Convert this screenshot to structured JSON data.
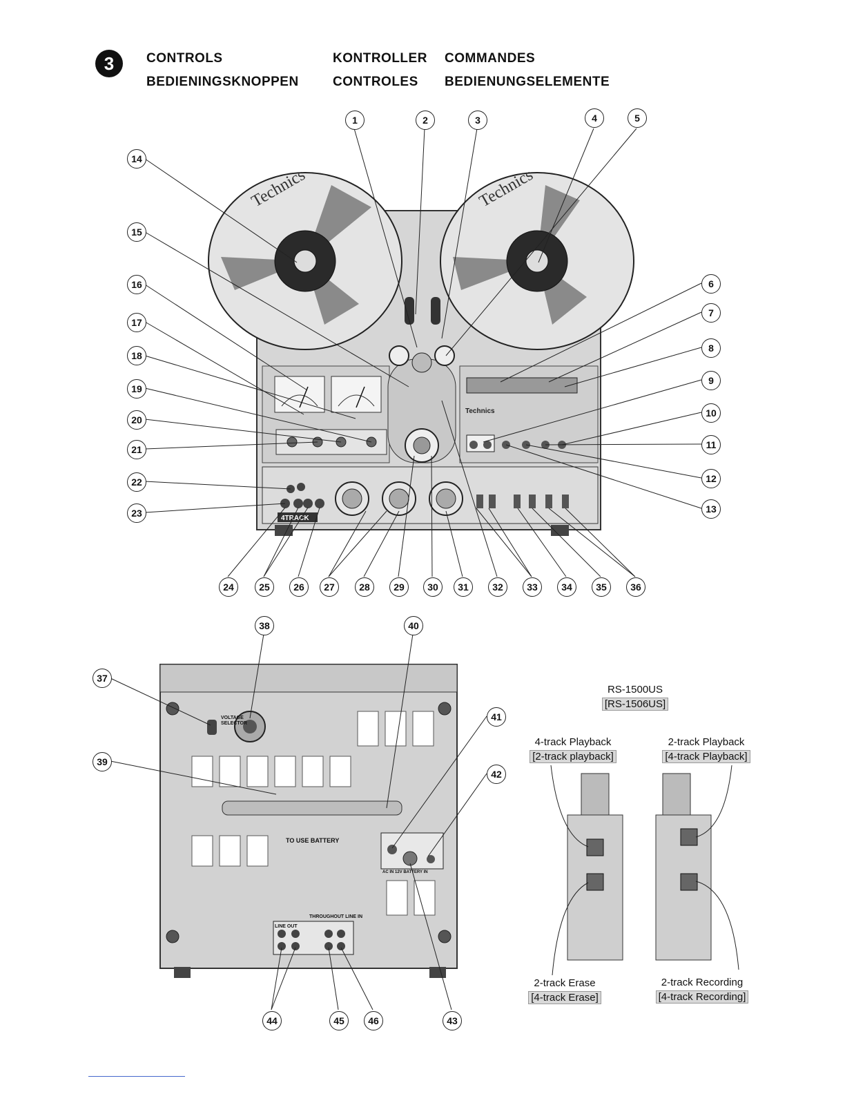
{
  "section_number": "3",
  "headings": {
    "col1": [
      "CONTROLS",
      "BEDIENINGSKNOPPEN"
    ],
    "col2": [
      "KONTROLLER",
      "CONTROLES"
    ],
    "col3": [
      "COMMANDES",
      "BEDIENUNGSELEMENTE"
    ]
  },
  "deck_branding": {
    "reel_label": "Technics",
    "panel_label": "Technics",
    "track_badge": "4TRACK"
  },
  "callouts_front": [
    "1",
    "2",
    "3",
    "4",
    "5",
    "6",
    "7",
    "8",
    "9",
    "10",
    "11",
    "12",
    "13",
    "14",
    "15",
    "16",
    "17",
    "18",
    "19",
    "20",
    "21",
    "22",
    "23",
    "24",
    "25",
    "26",
    "27",
    "28",
    "29",
    "30",
    "31",
    "32",
    "33",
    "34",
    "35",
    "36"
  ],
  "callouts_rear": [
    "37",
    "38",
    "39",
    "40",
    "41",
    "42",
    "43",
    "44",
    "45",
    "46"
  ],
  "rear_panel": {
    "voltage_label": "VOLTAGE SELECTOR",
    "battery_heading": "TO USE BATTERY",
    "line_out": "LINE OUT",
    "line_in": "THROUGHOUT LINE IN",
    "ac_label": "AC IN 12V BATTERY IN"
  },
  "head_diagram": {
    "model": "RS-1500US",
    "model_alt": "[RS-1506US]",
    "labels": [
      {
        "main": "4-track Playback",
        "alt": "[2-track playback]"
      },
      {
        "main": "2-track Playback",
        "alt": "[4-track Playback]"
      },
      {
        "main": "2-track Erase",
        "alt": "[4-track Erase]"
      },
      {
        "main": "2-track Recording",
        "alt": "[4-track Recording]"
      }
    ]
  },
  "colors": {
    "ink": "#111111",
    "panel": "#d9d9d9",
    "panel_dark": "#8a8a8a",
    "reel": "#e2e2e2"
  }
}
